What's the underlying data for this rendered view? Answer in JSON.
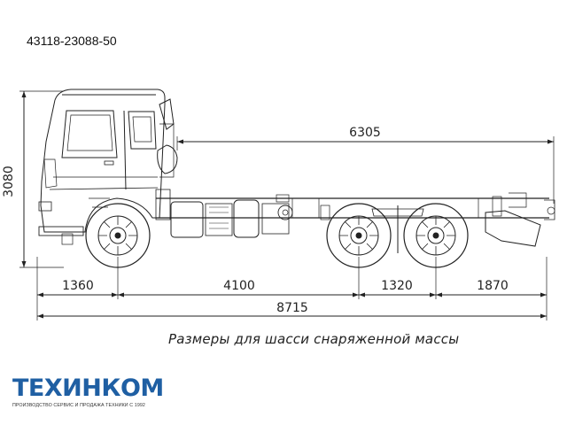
{
  "model": "43118-23088-50",
  "dimensions": {
    "height": "3080",
    "body_length": "6305",
    "front_overhang": "1360",
    "wheelbase": "4100",
    "bogie": "1320",
    "rear_overhang": "1870",
    "overall_length": "8715"
  },
  "caption": "Размеры для шасси снаряженной массы",
  "brand": {
    "name": "ТЕХИНКОМ",
    "tagline": "ПРОИЗВОДСТВО СЕРВИС И ПРОДАЖА ТЕХНИКИ С 1992",
    "color": "#1f5fa3"
  }
}
